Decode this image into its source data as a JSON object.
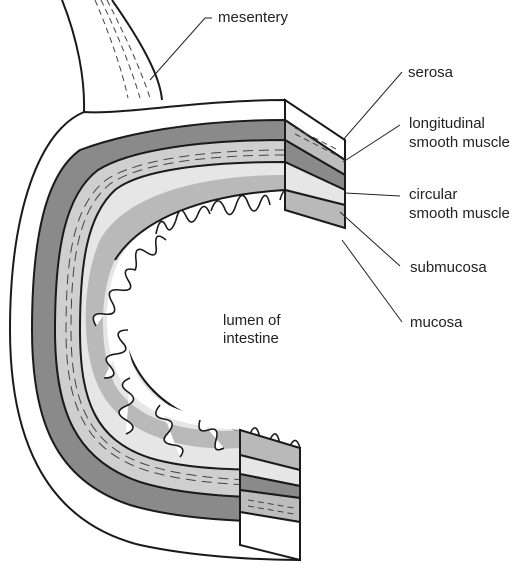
{
  "labels": {
    "mesentery": "mesentery",
    "serosa": "serosa",
    "longitudinal_line1": "longitudinal",
    "longitudinal_line2": "smooth muscle",
    "circular_line1": "circular",
    "circular_line2": "smooth muscle",
    "submucosa": "submucosa",
    "mucosa": "mucosa",
    "lumen_line1": "lumen of",
    "lumen_line2": "intestine"
  },
  "colors": {
    "serosa": "#ffffff",
    "longitudinal_muscle": "#8a8a8a",
    "circular_muscle": "#cfcfcf",
    "submucosa": "#e6e6e6",
    "mucosa": "#b9b9b9",
    "lumen": "#ffffff",
    "outline": "#1a1a1a",
    "mesentery_fill": "#ffffff"
  }
}
